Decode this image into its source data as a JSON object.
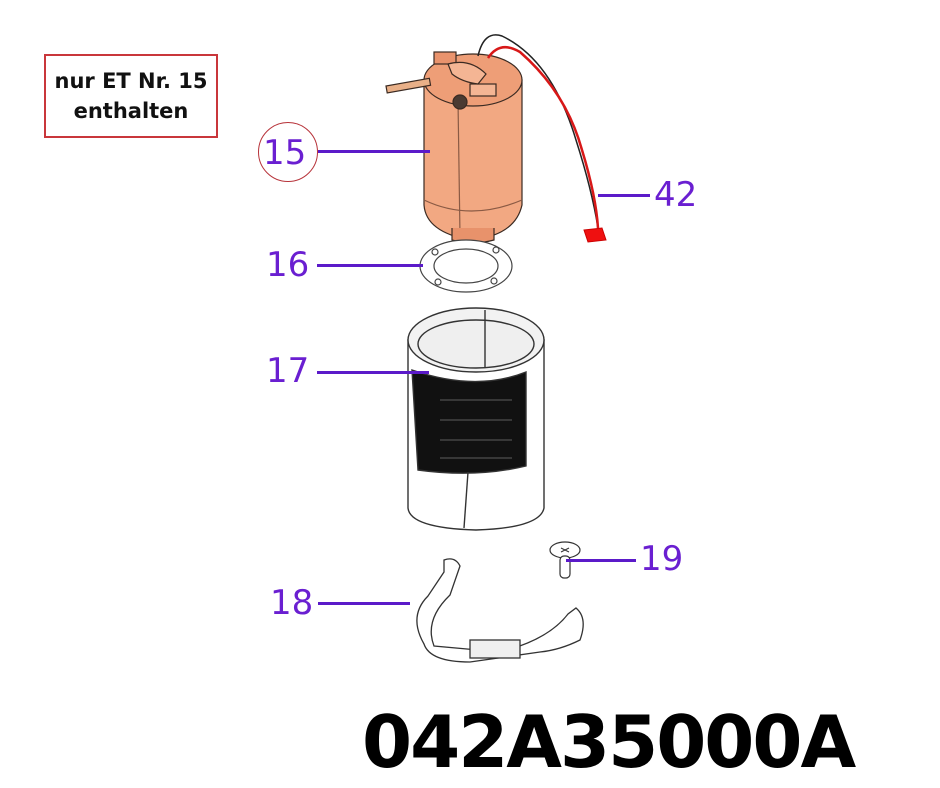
{
  "note": {
    "line1": "nur ET Nr. 15",
    "line2": "enthalten",
    "border_color": "#c9363b"
  },
  "callouts": [
    {
      "id": "15",
      "label": "15",
      "part": "heater-motor-unit",
      "highlighted": true
    },
    {
      "id": "16",
      "label": "16",
      "part": "gasket"
    },
    {
      "id": "17",
      "label": "17",
      "part": "cylinder-housing"
    },
    {
      "id": "18",
      "label": "18",
      "part": "bracket-clamp"
    },
    {
      "id": "19",
      "label": "19",
      "part": "screw"
    },
    {
      "id": "42",
      "label": "42",
      "part": "cable-connector"
    }
  ],
  "colors": {
    "callout": "#6a1fd1",
    "highlight_part": "#f2a882",
    "cable_red": "#e01010"
  },
  "part_number": "042A35000A"
}
